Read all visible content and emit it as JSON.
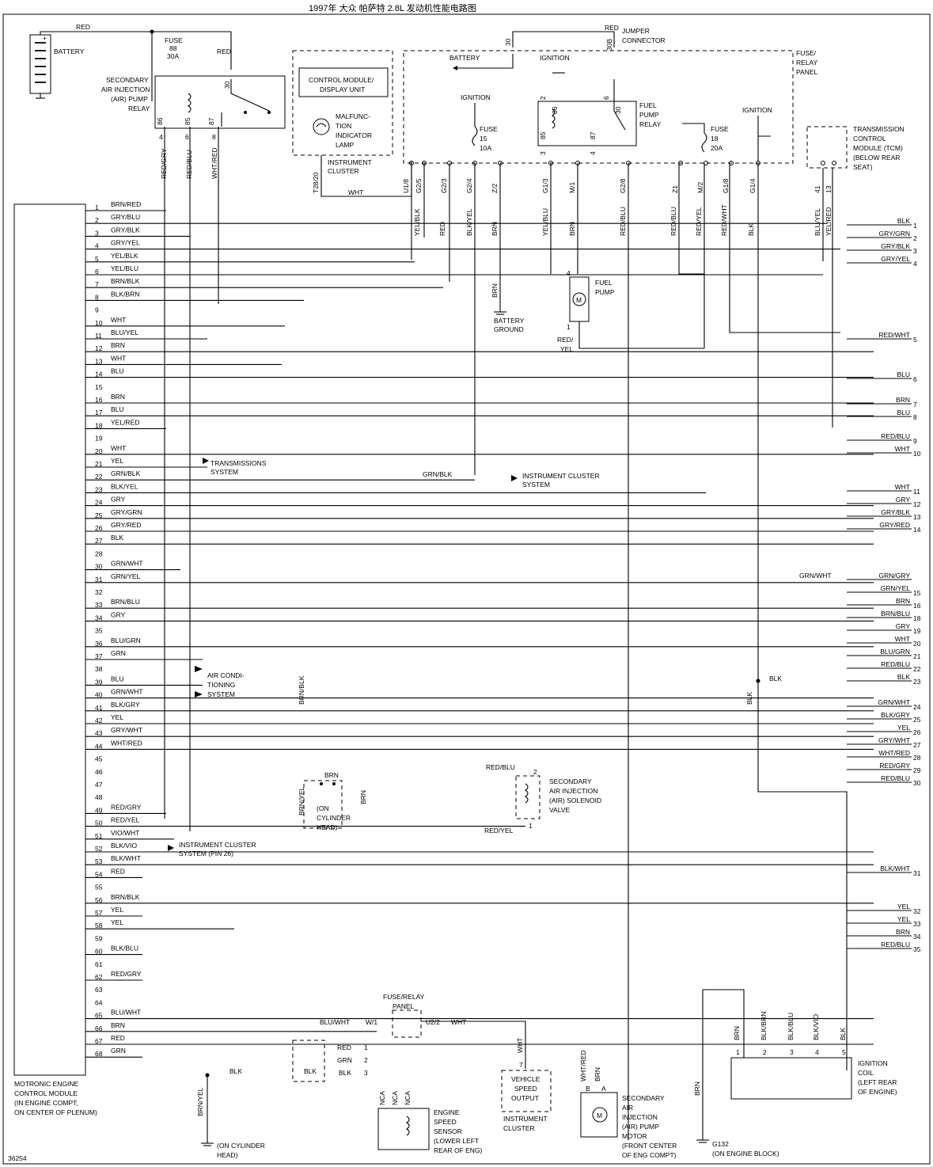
{
  "title": "1997年 大众 帕萨特 2.8L 发动机性能电路图",
  "figure_number": "36254",
  "top": {
    "battery": "BATTERY",
    "red": "RED",
    "fuse88": [
      "FUSE",
      "88",
      "30A"
    ],
    "sai_relay": [
      "SECONDARY",
      "AIR INJECTION",
      "(AIR) PUMP",
      "RELAY"
    ],
    "relay_pins": [
      "86",
      "85",
      "87",
      "30"
    ],
    "relay_wire_nums": [
      "4",
      "6",
      "8"
    ],
    "relay_wires": [
      "RED/GRY",
      "RED/BLU",
      "WHT/RED"
    ],
    "control_module": [
      "CONTROL MODULE/",
      "DISPLAY UNIT"
    ],
    "mil": [
      "MALFUNC-",
      "TION",
      "INDICATOR",
      "LAMP"
    ],
    "instrument_cluster": [
      "INSTRUMENT",
      "CLUSTER"
    ],
    "t28": "T28/20",
    "wht": "WHT",
    "jumper": [
      "JUMPER",
      "CONNECTOR"
    ],
    "jumper_pins": [
      "30",
      "30B"
    ],
    "fuse_relay_panel": [
      "FUSE/",
      "RELAY",
      "PANEL"
    ],
    "battery_arrow": "BATTERY",
    "ignition": "IGNITION",
    "fuel_pump_relay": [
      "FUEL",
      "PUMP",
      "RELAY"
    ],
    "fpr_pins": [
      "86",
      "30",
      "85",
      "87"
    ],
    "fpr_nums": [
      "2",
      "6",
      "3",
      "4"
    ],
    "fuse15": [
      "FUSE",
      "15",
      "10A"
    ],
    "fuse18": [
      "FUSE",
      "18",
      "20A"
    ],
    "tcm": [
      "TRANSMISSION",
      "CONTROL",
      "MODULE (TCM)",
      "(BELOW REAR",
      "SEAT)"
    ],
    "connector_ids": [
      "U1/8",
      "G2/5",
      "G2/3",
      "G2/4",
      "Z/2",
      "G1/3",
      "M/1",
      "G2/8",
      "Z1",
      "M/2",
      "G1/8",
      "G1/4",
      "41",
      "13"
    ],
    "vertical_colors": [
      "YEL/BLK",
      "RED",
      "BLK/YEL",
      "BRN",
      "YEL/BLU",
      "BRN",
      "RED/BLU",
      "RED/BLU",
      "RED/YEL",
      "RED/WHT",
      "BLK",
      "BLU/YEL",
      "YEL/RED"
    ]
  },
  "ecm_pins": [
    {
      "n": "1",
      "c": "BRN/RED"
    },
    {
      "n": "2",
      "c": "GRY/BLU"
    },
    {
      "n": "3",
      "c": "GRY/BLK"
    },
    {
      "n": "4",
      "c": "GRY/YEL"
    },
    {
      "n": "5",
      "c": "YEL/BLK"
    },
    {
      "n": "6",
      "c": "YEL/BLU"
    },
    {
      "n": "7",
      "c": "BRN/BLK"
    },
    {
      "n": "8",
      "c": "BLK/BRN"
    },
    {
      "n": "9",
      "c": ""
    },
    {
      "n": "10",
      "c": "WHT"
    },
    {
      "n": "11",
      "c": "BLU/YEL"
    },
    {
      "n": "12",
      "c": "BRN"
    },
    {
      "n": "13",
      "c": "WHT"
    },
    {
      "n": "14",
      "c": "BLU"
    },
    {
      "n": "15",
      "c": ""
    },
    {
      "n": "16",
      "c": "BRN"
    },
    {
      "n": "17",
      "c": "BLU"
    },
    {
      "n": "18",
      "c": "YEL/RED"
    },
    {
      "n": "19",
      "c": ""
    },
    {
      "n": "20",
      "c": "WHT"
    },
    {
      "n": "21",
      "c": "YEL"
    },
    {
      "n": "22",
      "c": "GRN/BLK"
    },
    {
      "n": "23",
      "c": "BLK/YEL"
    },
    {
      "n": "24",
      "c": "GRY"
    },
    {
      "n": "25",
      "c": "GRY/GRN"
    },
    {
      "n": "26",
      "c": "GRY/RED"
    },
    {
      "n": "27",
      "c": "BLK"
    },
    {
      "n": "28",
      "c": ""
    },
    {
      "n": "30",
      "c": "GRN/WHT"
    },
    {
      "n": "31",
      "c": "GRN/YEL"
    },
    {
      "n": "32",
      "c": ""
    },
    {
      "n": "33",
      "c": "BRN/BLU"
    },
    {
      "n": "34",
      "c": "GRY"
    },
    {
      "n": "35",
      "c": ""
    },
    {
      "n": "36",
      "c": "BLU/GRN"
    },
    {
      "n": "37",
      "c": "GRN"
    },
    {
      "n": "38",
      "c": ""
    },
    {
      "n": "39",
      "c": "BLU"
    },
    {
      "n": "40",
      "c": "GRN/WHT"
    },
    {
      "n": "41",
      "c": "BLK/GRY"
    },
    {
      "n": "42",
      "c": "YEL"
    },
    {
      "n": "43",
      "c": "GRY/WHT"
    },
    {
      "n": "44",
      "c": "WHT/RED"
    },
    {
      "n": "45",
      "c": ""
    },
    {
      "n": "46",
      "c": ""
    },
    {
      "n": "47",
      "c": ""
    },
    {
      "n": "48",
      "c": ""
    },
    {
      "n": "49",
      "c": "RED/GRY"
    },
    {
      "n": "50",
      "c": "RED/YEL"
    },
    {
      "n": "51",
      "c": "VIO/WHT"
    },
    {
      "n": "52",
      "c": "BLK/VIO"
    },
    {
      "n": "53",
      "c": "BLK/WHT"
    },
    {
      "n": "54",
      "c": "RED"
    },
    {
      "n": "55",
      "c": ""
    },
    {
      "n": "56",
      "c": "BRN/BLK"
    },
    {
      "n": "57",
      "c": "YEL"
    },
    {
      "n": "58",
      "c": "YEL"
    },
    {
      "n": "59",
      "c": ""
    },
    {
      "n": "60",
      "c": "BLK/BLU"
    },
    {
      "n": "61",
      "c": ""
    },
    {
      "n": "62",
      "c": "RED/GRY"
    },
    {
      "n": "63",
      "c": ""
    },
    {
      "n": "64",
      "c": ""
    },
    {
      "n": "65",
      "c": "BLU/WHT"
    },
    {
      "n": "66",
      "c": "BRN"
    },
    {
      "n": "67",
      "c": "RED"
    },
    {
      "n": "68",
      "c": "GRN"
    }
  ],
  "right_wires": [
    {
      "c": "BLK",
      "n": "1"
    },
    {
      "c": "GRY/GRN",
      "n": "2"
    },
    {
      "c": "GRY/BLK",
      "n": "3"
    },
    {
      "c": "GRY/YEL",
      "n": "4"
    },
    {
      "c": "RED/WHT",
      "n": "5"
    },
    {
      "c": "BLU",
      "n": "6"
    },
    {
      "c": "BRN",
      "n": "7"
    },
    {
      "c": "BLU",
      "n": "8"
    },
    {
      "c": "RED/BLU",
      "n": "9"
    },
    {
      "c": "WHT",
      "n": "10"
    },
    {
      "c": "WHT",
      "n": "11"
    },
    {
      "c": "GRY",
      "n": "12"
    },
    {
      "c": "GRY/BLK",
      "n": "13"
    },
    {
      "c": "GRY/RED",
      "n": "14"
    },
    {
      "c": "GRN/GRY",
      "n": ""
    },
    {
      "c": "GRN/YEL",
      "n": "15"
    },
    {
      "c": "BRN",
      "n": "16"
    },
    {
      "c": "BRN/BLU",
      "n": "18"
    },
    {
      "c": "GRY",
      "n": "19"
    },
    {
      "c": "WHT",
      "n": "20"
    },
    {
      "c": "BLU/GRN",
      "n": "21"
    },
    {
      "c": "RED/BLU",
      "n": "22"
    },
    {
      "c": "BLK",
      "n": "23"
    },
    {
      "c": "GRN/WHT",
      "n": "24"
    },
    {
      "c": "BLK/GRY",
      "n": "25"
    },
    {
      "c": "YEL",
      "n": "26"
    },
    {
      "c": "GRY/WHT",
      "n": "27"
    },
    {
      "c": "WHT/RED",
      "n": "28"
    },
    {
      "c": "RED/GRY",
      "n": "29"
    },
    {
      "c": "RED/BLU",
      "n": "30"
    },
    {
      "c": "BLK/WHT",
      "n": "31"
    },
    {
      "c": "YEL",
      "n": "32"
    },
    {
      "c": "YEL",
      "n": "33"
    },
    {
      "c": "BRN",
      "n": "34"
    },
    {
      "c": "RED/BLU",
      "n": "35"
    }
  ],
  "labels": {
    "transmission": [
      "TRANSMISSIONS",
      "SYSTEM"
    ],
    "ic_system": [
      "INSTRUMENT CLUSTER",
      "SYSTEM"
    ],
    "grn_blk": "GRN/BLK",
    "ac": [
      "AIR CONDI-",
      "TIONING",
      "SYSTEM"
    ],
    "ic_pin26": [
      "INSTRUMENT CLUSTER",
      "SYSTEM (PIN 26)"
    ],
    "battery_ground": [
      "BATTERY",
      "GROUND"
    ],
    "brn": "BRN",
    "fuel_pump": [
      "FUEL",
      "PUMP"
    ],
    "fp_pins": [
      "4",
      "1"
    ],
    "red_yel_fp": [
      "RED/",
      "YEL"
    ],
    "grn_wht": "GRN/WHT",
    "blk": "BLK",
    "brn_blk": "BRN/BLK",
    "brn_yel": "BRN/YEL",
    "on_cyl_head": [
      "(ON",
      "CYLINDER",
      "HEAD)"
    ],
    "sai_valve": [
      "SECONDARY",
      "AIR INJECTION",
      "(AIR) SOLENOID",
      "VALVE"
    ],
    "red_blu": "RED/BLU",
    "red_yel": "RED/YEL",
    "valve_pins": [
      "2",
      "1"
    ],
    "fuse_relay_panel2": [
      "FUSE/RELAY",
      "PANEL"
    ],
    "blu_wht": "BLU/WHT",
    "w1": "W/1",
    "u22": "U2/2",
    "wht": "WHT",
    "red": "RED",
    "grn": "GRN",
    "ess_pins": [
      "1",
      "2",
      "3"
    ],
    "nca": "NCA",
    "ess": [
      "ENGINE",
      "SPEED",
      "SENSOR",
      "(LOWER LEFT",
      "REAR OF ENG)"
    ],
    "vss": [
      "VEHICLE",
      "SPEED",
      "OUTPUT"
    ],
    "vss_pin": "7",
    "ic2": [
      "INSTRUMENT",
      "CLUSTER"
    ],
    "on_cyl_head2": [
      "(ON CYLINDER",
      "HEAD)"
    ],
    "wht_red": "WHT/RED",
    "motor_pins": [
      "B",
      "A"
    ],
    "sai_motor": [
      "SECONDARY",
      "AIR",
      "INJECTION",
      "(AIR) PUMP",
      "MOTOR",
      "(FRONT CENTER",
      "OF ENG COMPT)"
    ],
    "coil_wires": [
      "BRN",
      "BLK/BRN",
      "BLK/BLU",
      "BLK/VIO",
      "BLK"
    ],
    "coil_pins": [
      "1",
      "2",
      "3",
      "4",
      "5"
    ],
    "coil": [
      "IGNITION",
      "COIL",
      "(LEFT REAR",
      "OF ENGINE)"
    ],
    "g132": [
      "G132",
      "(ON ENGINE BLOCK)"
    ],
    "ecm": [
      "MOTRONIC ENGINE",
      "CONTROL MODULE",
      "(IN ENGINE COMPT,",
      "ON CENTER OF PLENUM)"
    ]
  }
}
